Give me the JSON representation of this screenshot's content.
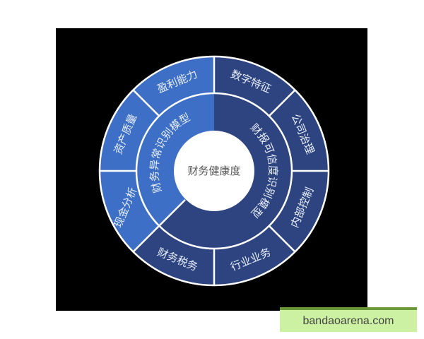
{
  "diagram": {
    "center": {
      "label": "财务健康度"
    },
    "inner_ring": [
      {
        "label": "财务异常识别模型",
        "color": "#3d6fc6"
      },
      {
        "label": "财报可信度识别模型",
        "color": "#2d4480"
      }
    ],
    "outer_ring": [
      {
        "label": "数字特征",
        "color": "#2d4480"
      },
      {
        "label": "公司治理",
        "color": "#2d4480"
      },
      {
        "label": "内部控制",
        "color": "#2d4480"
      },
      {
        "label": "行业业务",
        "color": "#2d4480"
      },
      {
        "label": "财务税务",
        "color": "#2d4480"
      },
      {
        "label": "现金分析",
        "color": "#3d6fc6"
      },
      {
        "label": "资产质量",
        "color": "#3d6fc6"
      },
      {
        "label": "盈利能力",
        "color": "#3d6fc6"
      }
    ],
    "colors": {
      "background": "#000000",
      "light_blue": "#3d6fc6",
      "navy": "#2d4480",
      "divider": "#ffffff",
      "center_fill": "#ffffff"
    }
  },
  "watermark": {
    "text": "bandaoarena.com"
  }
}
